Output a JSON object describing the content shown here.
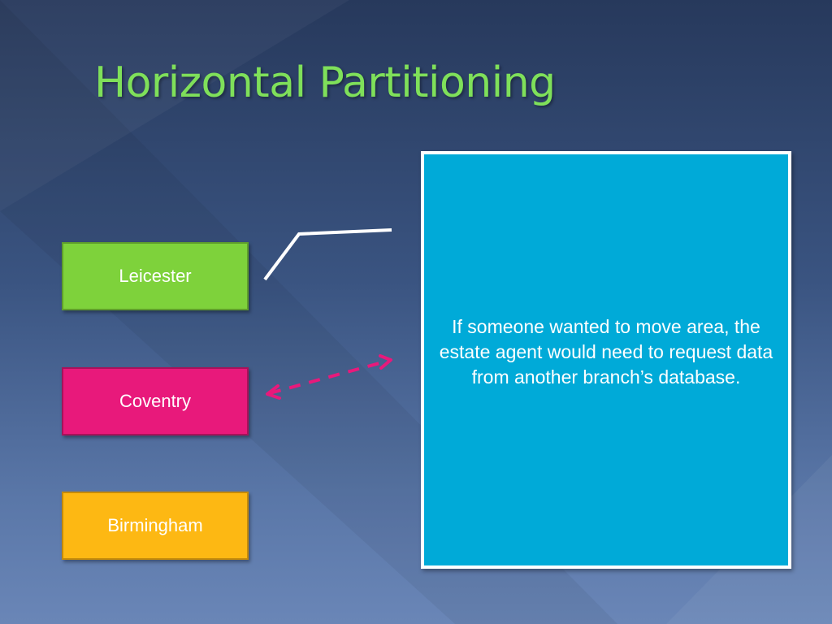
{
  "slide": {
    "title": "Horizontal Partitioning"
  },
  "nodes": {
    "leicester": "Leicester",
    "coventry": "Coventry",
    "birmingham": "Birmingham"
  },
  "callout": {
    "text": "If someone wanted to move area, the estate agent would need to request data from another branch’s database."
  },
  "colors": {
    "title": "#7fe05a",
    "leicester": "#7ed23b",
    "coventry": "#e8197b",
    "birmingham": "#fdb813",
    "callout": "#00aad8",
    "dashed_arrow": "#e8197b",
    "connector": "#ffffff"
  }
}
